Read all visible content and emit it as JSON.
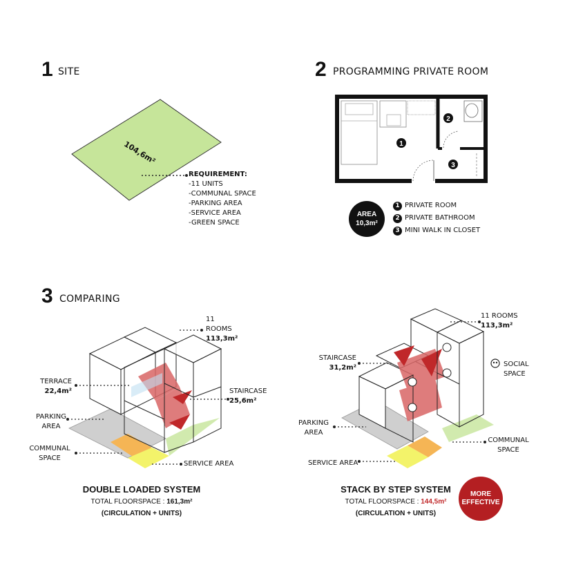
{
  "sections": {
    "site": {
      "number": "1",
      "title": "SITE"
    },
    "programming": {
      "number": "2",
      "title": "PROGRAMMING PRIVATE ROOM"
    },
    "comparing": {
      "number": "3",
      "title": "COMPARING"
    }
  },
  "site": {
    "area_label": "104,6m²",
    "requirement": {
      "heading": "REQUIREMENT:",
      "items": [
        "-11 UNITS",
        "-COMMUNAL SPACE",
        "-PARKING AREA",
        "-SERVICE AREA",
        "-GREEN SPACE"
      ]
    }
  },
  "room": {
    "area_badge": {
      "line1": "AREA",
      "line2": "10,3m²"
    },
    "legend": [
      {
        "num": "1",
        "label": "PRIVATE ROOM"
      },
      {
        "num": "2",
        "label": "PRIVATE BATHROOM"
      },
      {
        "num": "3",
        "label": "MINI WALK IN CLOSET"
      }
    ]
  },
  "double_loaded": {
    "rooms": {
      "label": "11 ROOMS",
      "value": "113,3m²"
    },
    "terrace": {
      "label": "TERRACE",
      "value": "22,4m²"
    },
    "staircase": {
      "label": "STAIRCASE",
      "value": "25,6m²"
    },
    "parking": {
      "line1": "PARKING",
      "line2": "AREA"
    },
    "communal": {
      "line1": "COMMUNAL",
      "line2": "SPACE"
    },
    "service": "SERVICE AREA",
    "system_title": "DOUBLE LOADED SYSTEM",
    "total_label": "TOTAL FLOORSPACE : ",
    "total_value": "161,3m²",
    "note": "(CIRCULATION + UNITS)"
  },
  "stack_by_step": {
    "rooms": {
      "label": "11 ROOMS",
      "value": "113,3m²"
    },
    "staircase": {
      "label": "STAIRCASE",
      "value": "31,2m²"
    },
    "social": {
      "line1": "SOCIAL",
      "line2": "SPACE"
    },
    "parking": {
      "line1": "PARKING",
      "line2": "AREA"
    },
    "communal": {
      "line1": "COMMUNAL",
      "line2": "SPACE"
    },
    "service": "SERVICE AREA",
    "system_title": "STACK BY STEP SYSTEM",
    "total_label": "TOTAL FLOORSPACE : ",
    "total_value": "144,5m²",
    "note": "(CIRCULATION + UNITS)",
    "badge": {
      "line1": "MORE",
      "line2": "EFFECTIVE"
    }
  },
  "colors": {
    "site_green": "#c6e59a",
    "stair_red": "#c0282a",
    "badge_red": "#b41f22",
    "parking_gray": "#cfcfcf",
    "communal_orange": "#f5b555",
    "service_yellow": "#f3f36a"
  }
}
